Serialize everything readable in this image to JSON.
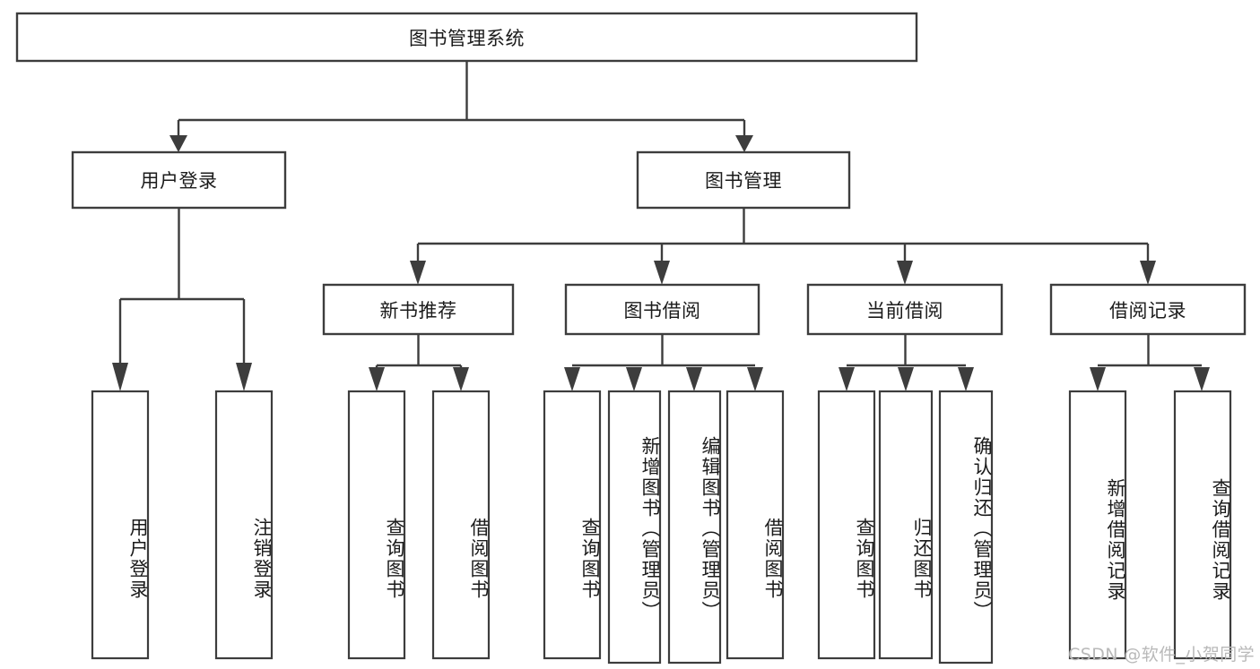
{
  "diagram": {
    "title": "图书管理系统",
    "type": "tree-hierarchy-diagram",
    "root": {
      "label": "图书管理系统"
    },
    "level2": [
      {
        "label": "用户登录"
      },
      {
        "label": "图书管理"
      }
    ],
    "level3": [
      {
        "label": "新书推荐"
      },
      {
        "label": "图书借阅"
      },
      {
        "label": "当前借阅"
      },
      {
        "label": "借阅记录"
      }
    ],
    "leaves": {
      "user_login": [
        {
          "label": "用户登录"
        },
        {
          "label": "注销登录"
        }
      ],
      "new_book_recommend": [
        {
          "label": "查询图书"
        },
        {
          "label": "借阅图书"
        }
      ],
      "book_borrow": [
        {
          "label": "查询图书"
        },
        {
          "label": "新增图书（管理员）"
        },
        {
          "label": "编辑图书（管理员）"
        },
        {
          "label": "借阅图书"
        }
      ],
      "current_borrow": [
        {
          "label": "查询图书"
        },
        {
          "label": "归还图书"
        },
        {
          "label": "确认归还（管理员）"
        }
      ],
      "borrow_record": [
        {
          "label": "新增借阅记录"
        },
        {
          "label": "查询借阅记录"
        }
      ]
    }
  },
  "watermark": {
    "text": "CSDN @软件_小贺同学"
  },
  "colors": {
    "stroke": "#3d3d3d",
    "fill": "#ffffff",
    "text": "#1b1b1b",
    "watermark": "#b9b9b9"
  }
}
